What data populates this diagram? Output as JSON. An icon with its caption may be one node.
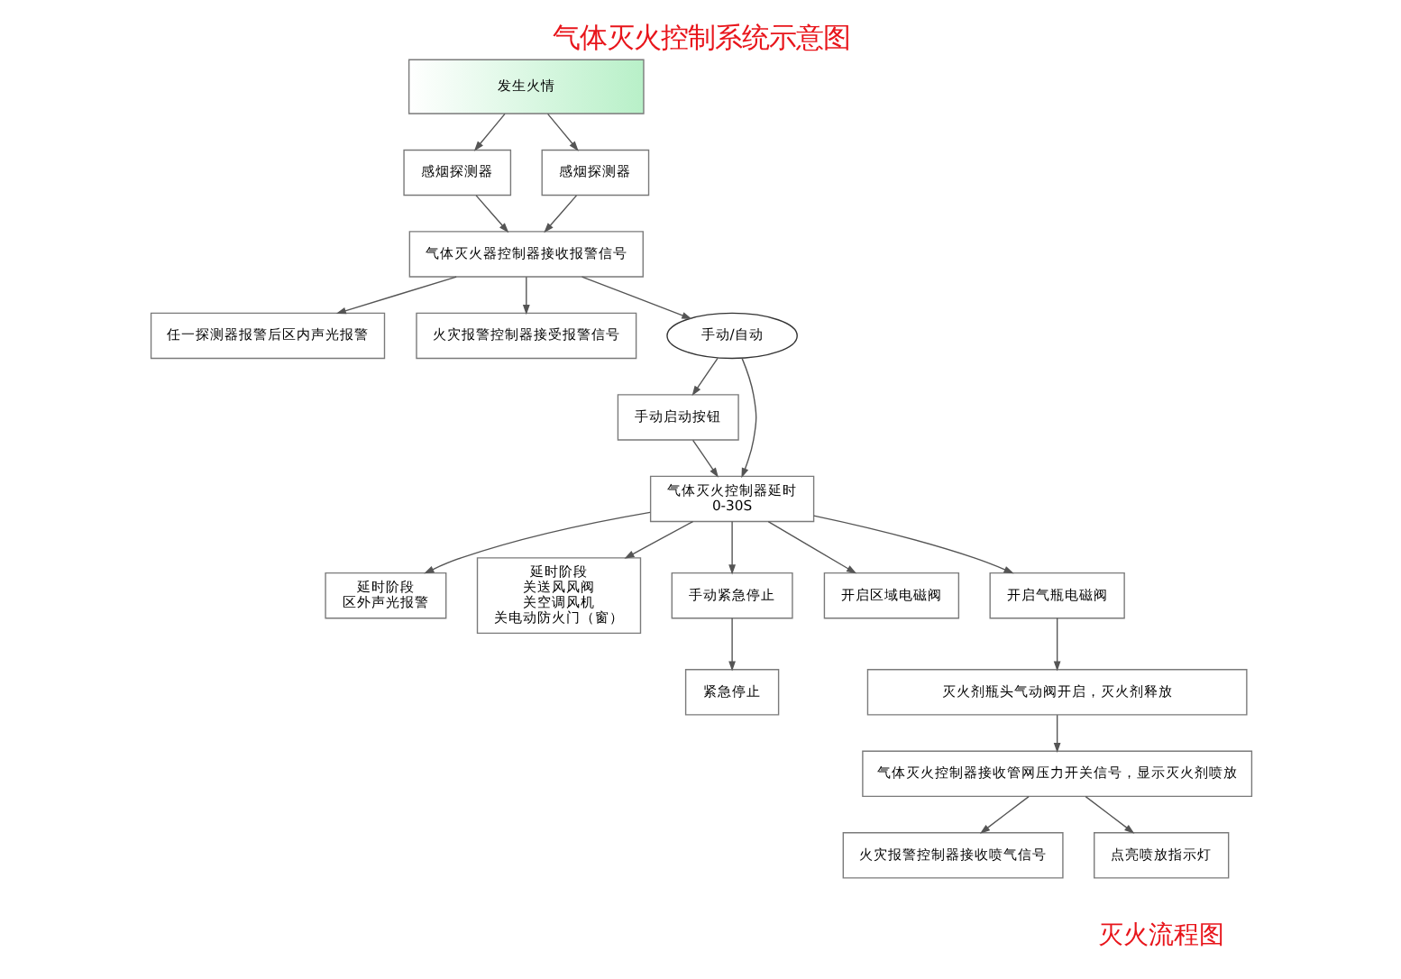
{
  "diagram": {
    "title": "气体灭火控制系统示意图",
    "nodes": [
      {
        "text": [
          "任一探测器报警后区内声光报警"
        ]
      },
      {
        "text": [
          "发生火情"
        ]
      },
      {
        "text": [
          "火灾报警控制器接受报警信号"
        ]
      },
      {
        "text": [
          "感烟探测器"
        ]
      },
      {
        "text": [
          "感烟探测器"
        ]
      },
      {
        "text": [
          "气体灭火器控制器接收报警信号"
        ]
      },
      {
        "text": [
          "延时阶段",
          "区外声光报警"
        ]
      },
      {
        "text": [
          "手动/自动"
        ]
      },
      {
        "text": [
          "手动启动按钮"
        ]
      },
      {
        "text": [
          "延时阶段",
          "关送风风阀",
          "关空调风机",
          "关电动防火门（窗）"
        ]
      },
      {
        "text": [
          "气体灭火控制器延时",
          "0-30S"
        ]
      },
      {
        "text": [
          "手动紧急停止"
        ]
      },
      {
        "text": [
          "开启区域电磁阀"
        ]
      },
      {
        "text": [
          "开启气瓶电磁阀"
        ]
      },
      {
        "text": [
          "紧急停止"
        ]
      },
      {
        "text": [
          "灭火剂瓶头气动阀开启，灭火剂释放"
        ]
      },
      {
        "text": [
          "气体灭火控制器接收管网压力开关信号，显示灭火剂喷放"
        ]
      },
      {
        "text": [
          "火灾报警控制器接收喷气信号"
        ]
      },
      {
        "text": [
          "点亮喷放指示灯"
        ]
      }
    ],
    "edges": [
      {
        "from": 1,
        "to": 3,
        "arrow": "to"
      },
      {
        "from": 1,
        "to": 4,
        "arrow": "to"
      },
      {
        "from": 3,
        "to": 5,
        "arrow": "to"
      },
      {
        "from": 4,
        "to": 5,
        "arrow": "to"
      },
      {
        "from": 5,
        "to": 0,
        "arrow": "to"
      },
      {
        "from": 5,
        "to": 2,
        "arrow": "to"
      },
      {
        "from": 5,
        "to": 7,
        "arrow": "to"
      },
      {
        "from": 7,
        "to": 8,
        "arrow": "to"
      },
      {
        "from": 7,
        "to": 10,
        "arrow": "to"
      },
      {
        "from": 8,
        "to": 10,
        "arrow": "to"
      },
      {
        "from": 10,
        "to": 6,
        "arrow": "to"
      },
      {
        "from": 10,
        "to": 9,
        "arrow": "to"
      },
      {
        "from": 10,
        "to": 11,
        "arrow": "to"
      },
      {
        "from": 10,
        "to": 12,
        "arrow": "to"
      },
      {
        "from": 10,
        "to": 13,
        "arrow": "to"
      },
      {
        "from": 11,
        "to": 14,
        "arrow": "to"
      },
      {
        "from": 13,
        "to": 15,
        "arrow": "to"
      },
      {
        "from": 15,
        "to": 16,
        "arrow": "to"
      },
      {
        "from": 16,
        "to": 17,
        "arrow": "to"
      },
      {
        "from": 16,
        "to": 18,
        "arrow": "to"
      }
    ],
    "labels": [
      "灭火流程图"
    ]
  }
}
